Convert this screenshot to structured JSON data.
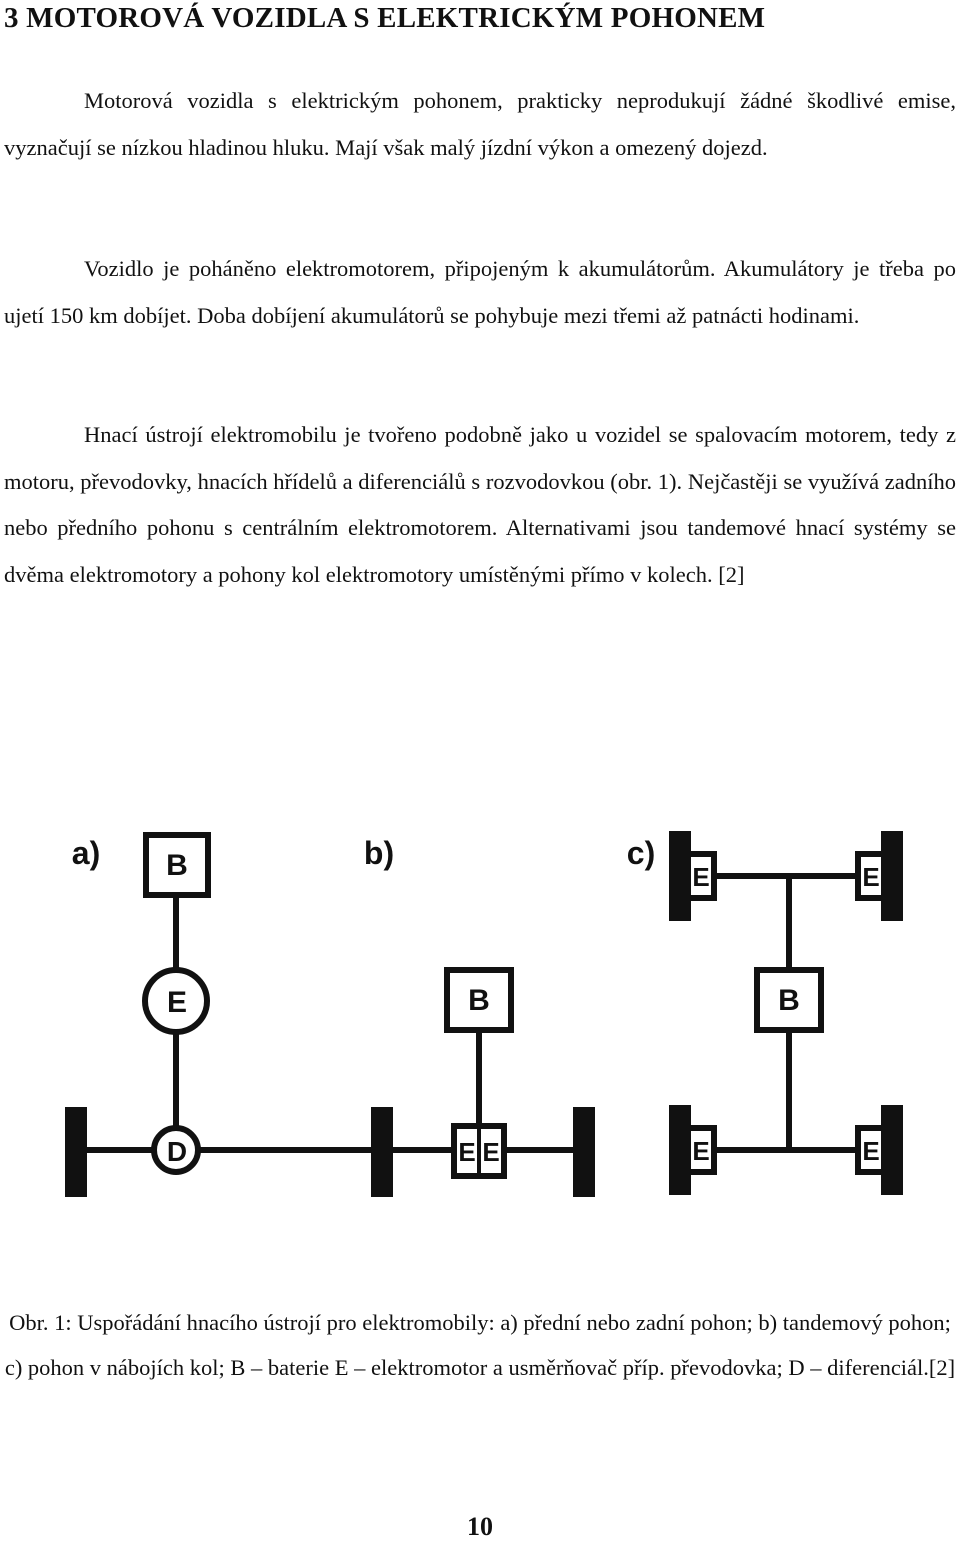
{
  "heading": "3 MOTOROVÁ VOZIDLA S ELEKTRICKÝM POHONEM",
  "paragraphs": [
    "Motorová vozidla s elektrickým pohonem, prakticky neprodukují žádné škodlivé emise, vyznačují se nízkou hladinou hluku. Mají však malý jízdní výkon a omezený dojezd.",
    "Vozidlo je poháněno elektromotorem, připojeným k akumulátorům. Akumulátory je třeba po ujetí 150 km dobíjet. Doba dobíjení akumulátorů se pohybuje mezi třemi až patnácti hodinami.",
    "Hnací ústrojí elektromobilu je tvořeno podobně jako u vozidel se spalovacím motorem, tedy z motoru, převodovky, hnacích hřídelů a diferenciálů s rozvodovkou (obr. 1). Nejčastěji se využívá zadního nebo předního pohonu s centrálním elektromotorem. Alternativami jsou tandemové hnací systémy se dvěma elektromotory a pohony kol elektromotory umístěnými přímo v kolech. [2]"
  ],
  "figure": {
    "panels": [
      {
        "label": "a)",
        "battery": "B",
        "motor": "E",
        "differential": "D"
      },
      {
        "label": "b)",
        "battery": "B",
        "motor": "E"
      },
      {
        "label": "c)",
        "battery": "B",
        "motor": "E"
      }
    ],
    "caption": "Obr. 1: Uspořádání hnacího ústrojí pro elektromobily: a) přední nebo zadní pohon; b) tandemový pohon; c) pohon v nábojích kol; B – baterie E – elektromotor a usměrňovač příp. převodovka; D – diferenciál.[2]"
  },
  "page_number": "10"
}
